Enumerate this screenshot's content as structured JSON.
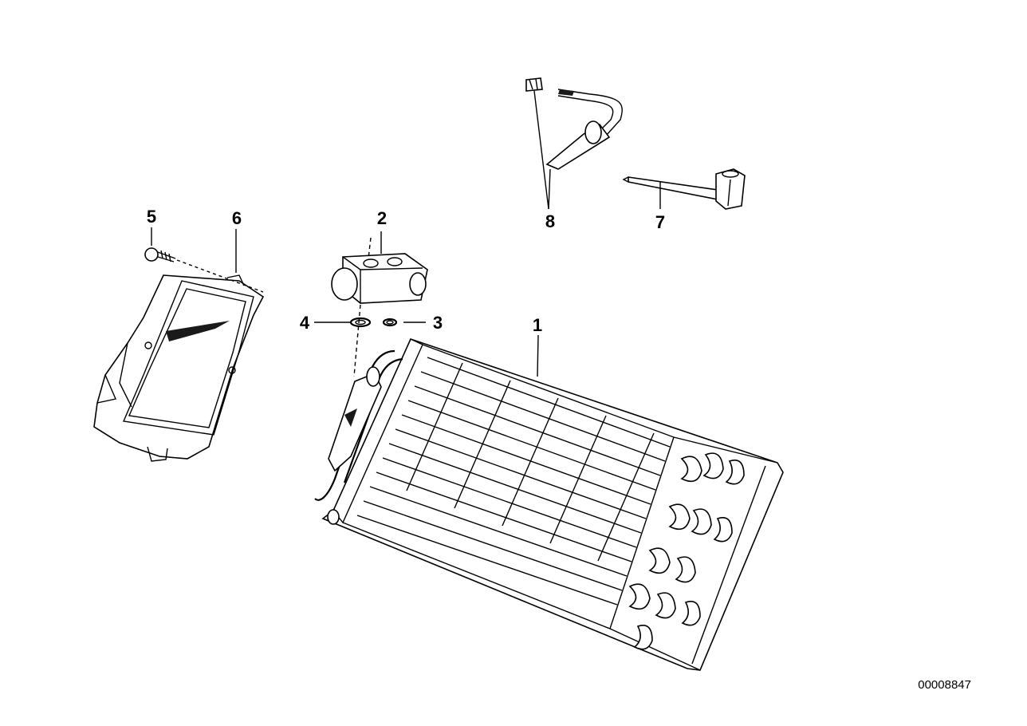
{
  "diagram": {
    "callouts": [
      {
        "id": "1",
        "label": "1"
      },
      {
        "id": "2",
        "label": "2"
      },
      {
        "id": "3",
        "label": "3"
      },
      {
        "id": "4",
        "label": "4"
      },
      {
        "id": "5",
        "label": "5"
      },
      {
        "id": "6",
        "label": "6"
      },
      {
        "id": "7",
        "label": "7"
      },
      {
        "id": "8",
        "label": "8"
      }
    ],
    "document_number": "00008847"
  }
}
